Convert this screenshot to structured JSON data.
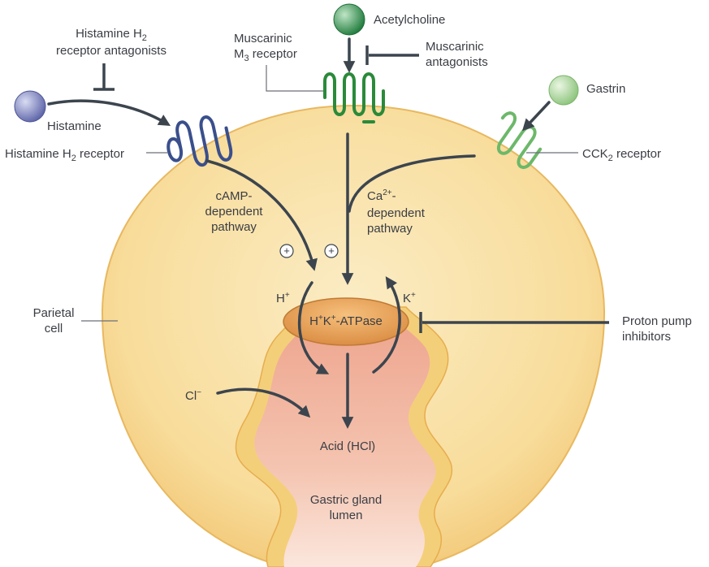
{
  "labels": {
    "histamine_h2_antagonists": {
      "line1_pre": "Histamine H",
      "line1_sub": "2",
      "line2": "receptor antagonists"
    },
    "histamine": "Histamine",
    "histamine_h2_receptor": {
      "pre": "Histamine H",
      "sub": "2",
      "post": " receptor"
    },
    "muscarinic_m3_receptor": {
      "line1": "Muscarinic",
      "line2_pre": "M",
      "line2_sub": "3",
      "line2_post": " receptor"
    },
    "acetylcholine": "Acetylcholine",
    "muscarinic_antagonists": {
      "line1": "Muscarinic",
      "line2": "antagonists"
    },
    "gastrin": "Gastrin",
    "cck2_receptor": {
      "pre": "CCK",
      "sub": "2",
      "post": " receptor"
    },
    "camp_pathway": {
      "line1": "cAMP-",
      "line2": "dependent",
      "line3": "pathway"
    },
    "ca_pathway": {
      "line1_pre": "Ca",
      "line1_sup": "2+",
      "line1_post": "-",
      "line2": "dependent",
      "line3": "pathway"
    },
    "plus_left": "+",
    "plus_right": "+",
    "h_ion": {
      "pre": "H",
      "sup": "+"
    },
    "k_ion": {
      "pre": "K",
      "sup": "+"
    },
    "atpase": {
      "h": "H",
      "h_sup": "+",
      "k": "K",
      "k_sup": "+",
      "post": "-ATPase"
    },
    "parietal_cell": {
      "line1": "Parietal",
      "line2": "cell"
    },
    "proton_pump_inhibitors": {
      "line1": "Proton pump",
      "line2": "inhibitors"
    },
    "cl_ion": {
      "pre": "Cl",
      "sup": "−"
    },
    "acid": "Acid (HCl)",
    "gastric_gland_lumen": {
      "line1": "Gastric gland",
      "line2": "lumen"
    }
  },
  "colors": {
    "cell_fill": "#f8dc9a",
    "cell_edge": "#e8b860",
    "lumen": "#f1b8a3",
    "lumen_wall": "#f4cf7a",
    "arrows": "#3c454e",
    "h2_receptor": "#3a4f8c",
    "m3_receptor": "#2a8a3a",
    "cck2_receptor": "#6cb86a",
    "histamine_ball": "#7e85bf",
    "acetylcholine_ball": "#2e8a4a",
    "gastrin_ball": "#9ccf8c",
    "atpase": "#e39a55"
  }
}
